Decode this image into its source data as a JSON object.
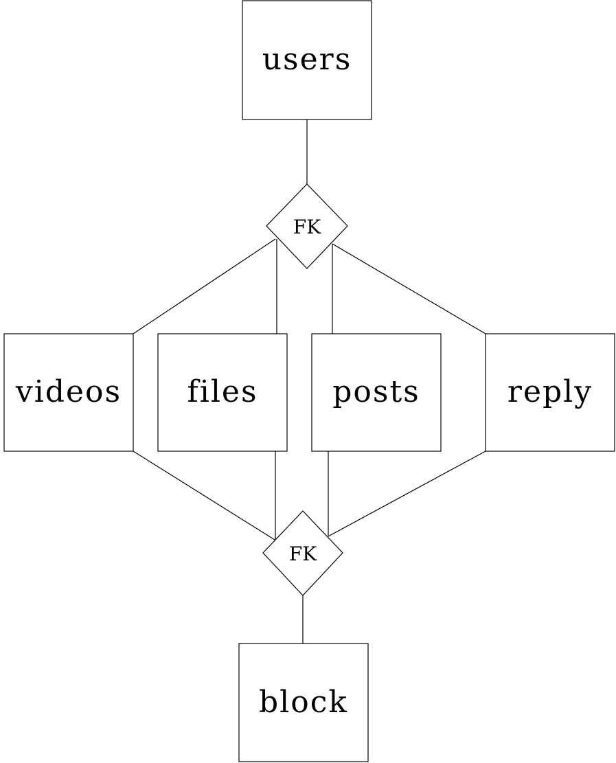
{
  "diagram": {
    "entities": {
      "users": "users",
      "videos": "videos",
      "files": "files",
      "posts": "posts",
      "reply": "reply",
      "block": "block"
    },
    "relationships": {
      "top": "FK",
      "bottom": "FK"
    }
  }
}
